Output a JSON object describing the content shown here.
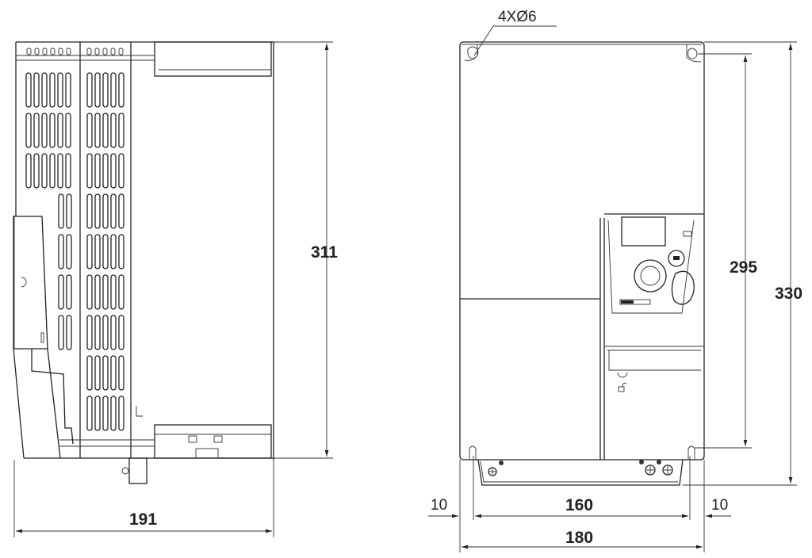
{
  "side_view": {
    "height_dimension": "311",
    "depth_dimension": "191"
  },
  "front_view": {
    "hole_callout": "4XØ6",
    "hole_spacing_vertical": "295",
    "overall_height": "330",
    "hole_spacing_horizontal": "160",
    "overall_width": "180",
    "edge_offset_left": "10",
    "edge_offset_right": "10"
  },
  "colors": {
    "line": "#222222",
    "background": "#ffffff"
  }
}
